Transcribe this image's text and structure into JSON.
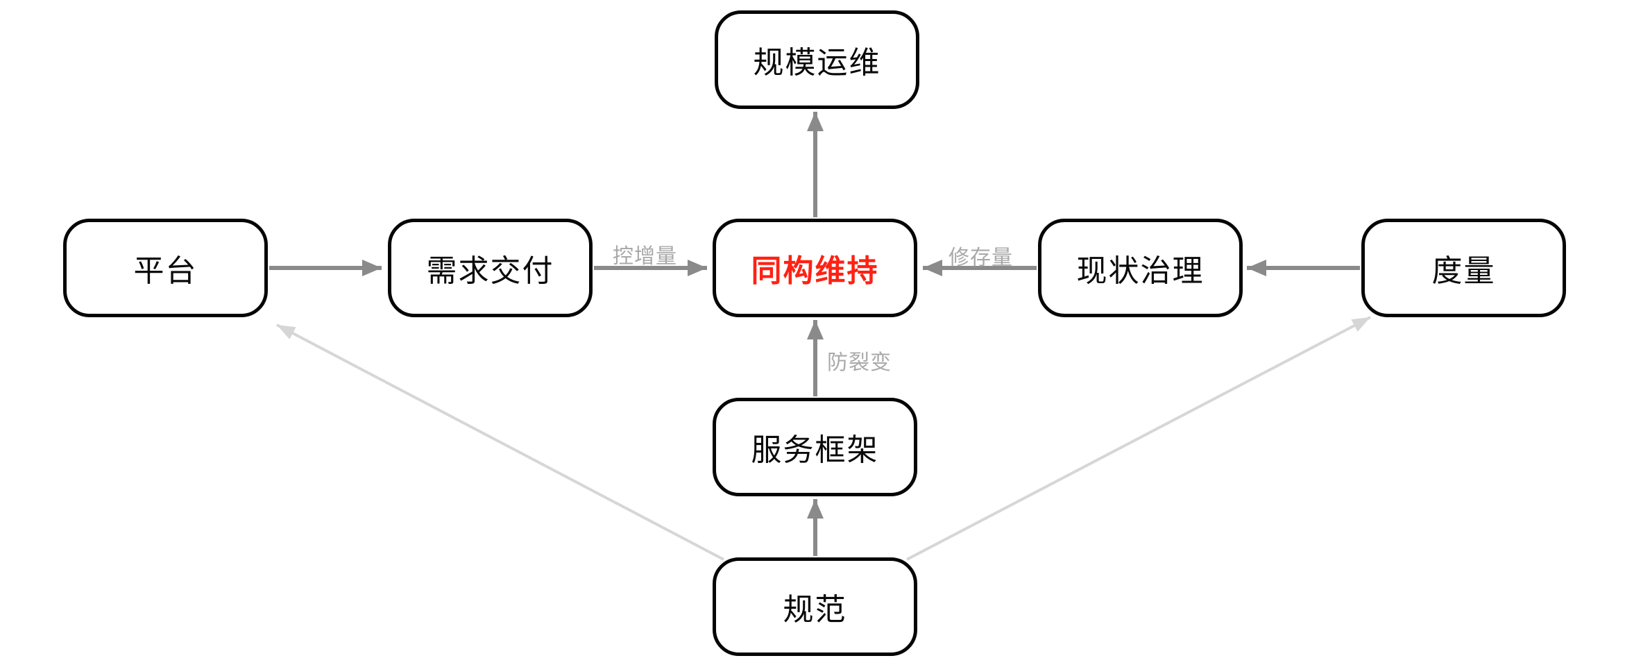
{
  "diagram": {
    "nodes": {
      "scale_ops": {
        "label": "规模运维"
      },
      "platform": {
        "label": "平台"
      },
      "demand_delivery": {
        "label": "需求交付"
      },
      "isomorphic": {
        "label": "同构维持",
        "emphasis": true,
        "emphasis_color": "#ff2113"
      },
      "status_gov": {
        "label": "现状治理"
      },
      "measurement": {
        "label": "度量"
      },
      "service_frame": {
        "label": "服务框架"
      },
      "specification": {
        "label": "规范"
      }
    },
    "edges": [
      {
        "from": "platform",
        "to": "demand_delivery",
        "style": "solid-gray"
      },
      {
        "from": "demand_delivery",
        "to": "isomorphic",
        "style": "solid-gray",
        "label": "控增量"
      },
      {
        "from": "status_gov",
        "to": "isomorphic",
        "style": "solid-gray",
        "label": "修存量"
      },
      {
        "from": "measurement",
        "to": "status_gov",
        "style": "solid-gray"
      },
      {
        "from": "service_frame",
        "to": "isomorphic",
        "style": "solid-gray",
        "label": "防裂变"
      },
      {
        "from": "isomorphic",
        "to": "scale_ops",
        "style": "solid-gray"
      },
      {
        "from": "specification",
        "to": "service_frame",
        "style": "solid-gray"
      },
      {
        "from": "specification",
        "to": "platform",
        "style": "light-gray"
      },
      {
        "from": "specification",
        "to": "measurement",
        "style": "light-gray"
      }
    ],
    "colors": {
      "background": "#ffffff",
      "node_border": "#050505",
      "node_text": "#0a0a0a",
      "highlight_text": "#ff2113",
      "arrow_gray": "#8a8a8a",
      "arrow_light": "#d6d6d6",
      "edge_label_gray": "#a9a9a9"
    }
  }
}
